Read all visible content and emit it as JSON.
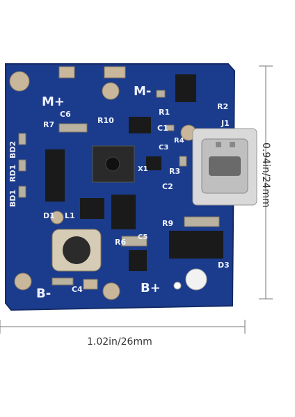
{
  "dimensions": {
    "width_label": "1.02in/26mm",
    "height_label": "0.94in/24mm"
  },
  "board": {
    "color": "#1b3c8c",
    "silkscreen": {
      "m_plus": "M+",
      "m_minus": "M-",
      "b_minus": "B-",
      "b_plus": "B+",
      "c6": "C6",
      "r7": "R7",
      "r10": "R10",
      "r1": "R1",
      "r2": "R2",
      "j1": "J1",
      "c1": "C1",
      "c3": "C3",
      "x1": "X1",
      "r3": "R3",
      "c2": "C2",
      "r4": "R4",
      "bd2": "BD2",
      "rd1": "RD1",
      "bd1": "BD1",
      "d1": "D1",
      "l1": "L1",
      "r6": "R6",
      "c5": "C5",
      "r9": "R9",
      "d3": "D3",
      "c4": "C4"
    }
  }
}
